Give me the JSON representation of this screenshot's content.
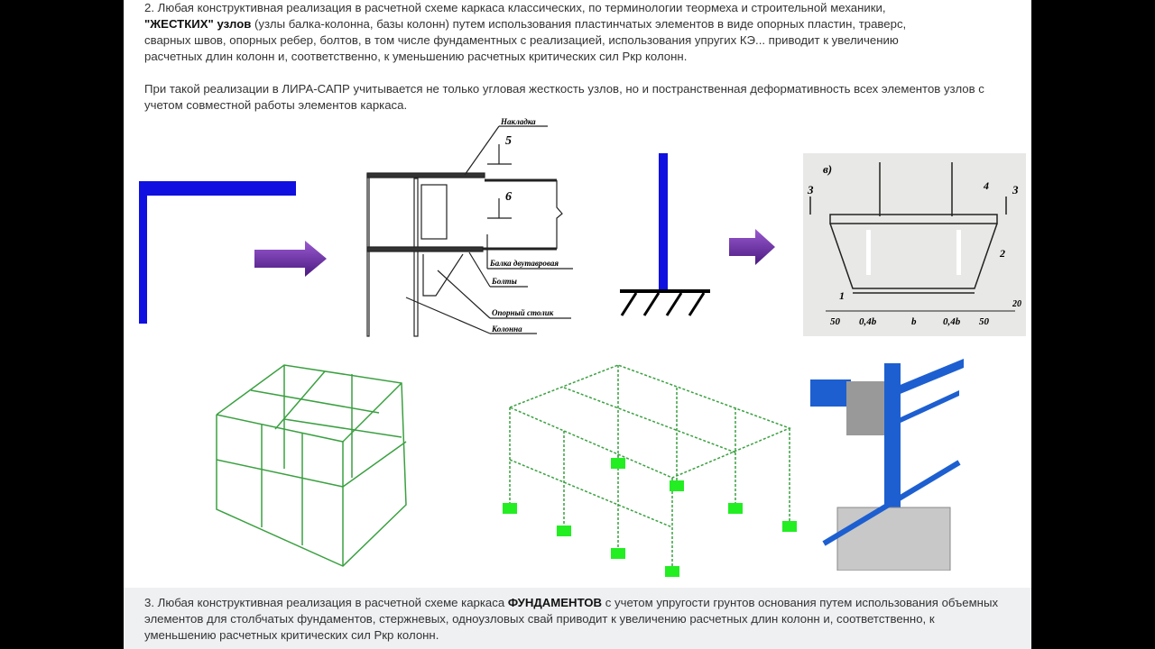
{
  "section2": {
    "line1": "2. Любая конструктивная реализация в расчетной схеме каркаса классических, по терминологии теормеха и строительной механики,",
    "bold": "\"ЖЕСТКИХ\" узлов",
    "line2_rest": " (узлы балка-колонна, базы колонн) путем использования пластинчатых элементов в виде опорных пластин, траверс,",
    "line3": "сварных швов, опорных ребер, болтов, в том числе фундаментных с реализацией, использования упругих КЭ... приводит к увеличению",
    "line4": "расчетных длин колонн и, соответственно, к уменьшению расчетных критических сил Ркр колонн.",
    "para2": "При такой реализации в ЛИРА-САПР учитывается не только угловая жесткость узлов, но и постранственная деформативность всех элементов узлов с учетом совместной работы элементов каркаса."
  },
  "detail_drawing": {
    "labels": [
      "Накладка",
      "5",
      "6",
      "Балка двутавровая",
      "Болты",
      "Опорный столик",
      "Колонна"
    ]
  },
  "base_drawing": {
    "labels": [
      "в)",
      "3",
      "4",
      "3",
      "2",
      "1",
      "50",
      "0,4b",
      "b",
      "0,4b",
      "50",
      "20"
    ]
  },
  "section3": {
    "prefix": "3. Любая конструктивная реализация в расчетной схеме каркаса ",
    "bold": "ФУНДАМЕНТОВ",
    "rest": " с учетом упругости грунтов основания путем использования объемных элементов для столбчатых фундаментов, стержневых, одноузловых свай приводит к увеличению расчетных длин колонн и, соответственно, к уменьшению расчетных критических сил Ркр колонн."
  },
  "colors": {
    "blue": "#1010e0",
    "arrow": "#6a2aa0",
    "frame": "#3aa040",
    "foundation": "#22ee22"
  }
}
